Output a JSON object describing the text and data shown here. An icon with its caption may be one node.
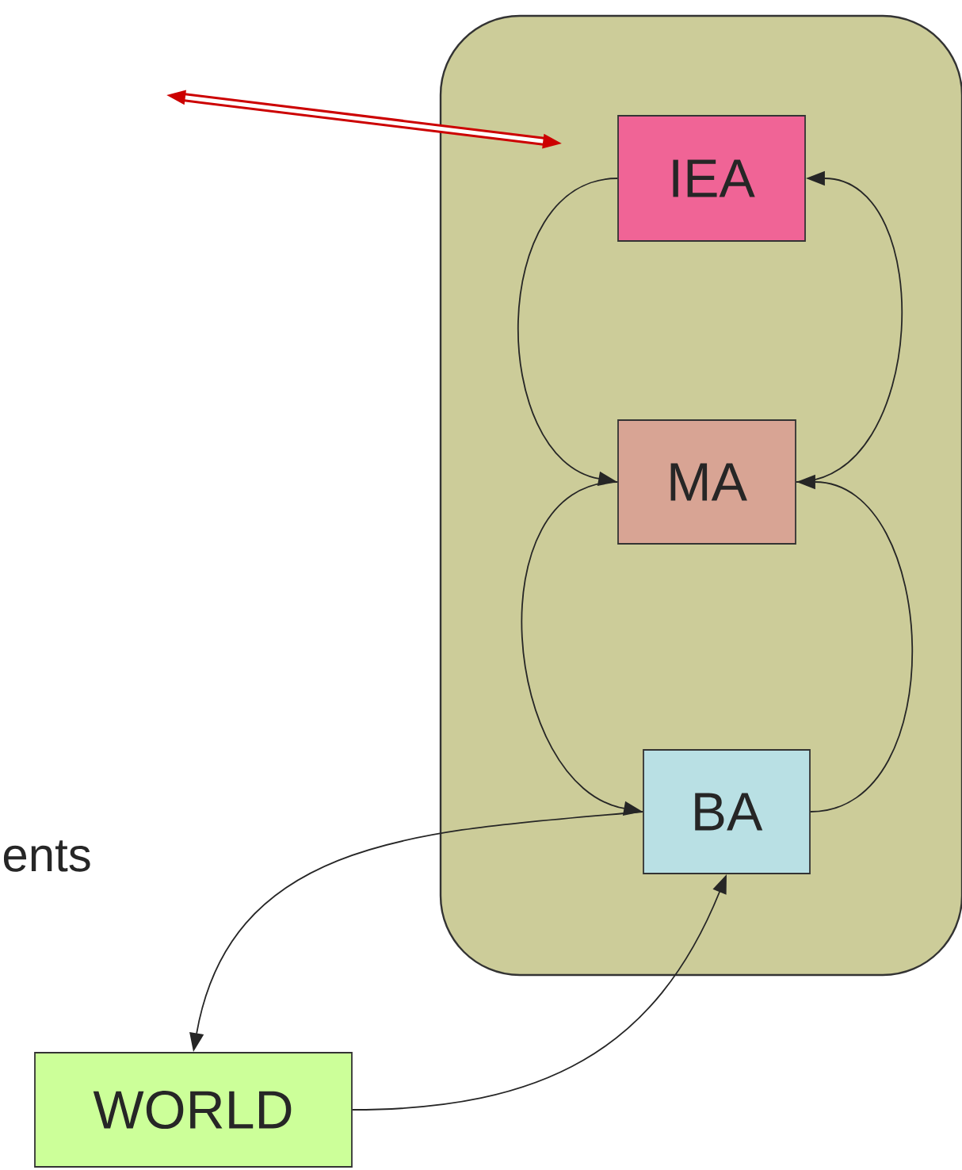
{
  "diagram": {
    "nodes": [
      {
        "text": [],
        "shape": "box"
      },
      {
        "text": [
          "IEA"
        ],
        "in": 0
      },
      {
        "text": [
          "MA"
        ],
        "in": 0
      },
      {
        "text": [
          "BA"
        ],
        "in": 0
      },
      {
        "text": [
          "WORLD"
        ]
      }
    ],
    "edges": [
      {
        "from": null,
        "to": 1,
        "arrow": "both",
        "style": "thick",
        "color": "#cc0000"
      },
      {
        "from": 1,
        "to": 2,
        "arrow": "to"
      },
      {
        "from": 2,
        "to": 1,
        "arrow": "to"
      },
      {
        "from": 2,
        "to": 3,
        "arrow": "to"
      },
      {
        "from": 3,
        "to": 2,
        "arrow": "to"
      },
      {
        "from": 4,
        "to": 3,
        "arrow": "to"
      },
      {
        "from": 3,
        "to": 4,
        "arrow": "to"
      }
    ],
    "labels": [
      "ents"
    ]
  }
}
